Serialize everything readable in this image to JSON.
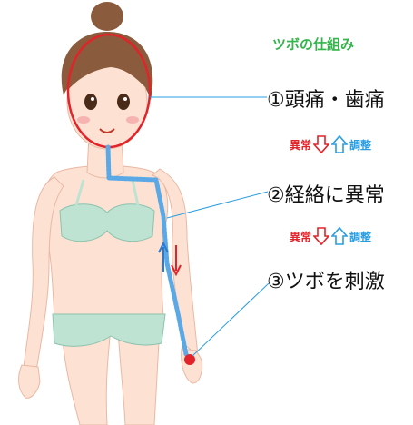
{
  "title": "ツボの仕組み",
  "steps": [
    {
      "label": "①頭痛・歯痛"
    },
    {
      "label": "②経絡に異常"
    },
    {
      "label": "③ツボを刺激"
    }
  ],
  "indicators": [
    {
      "abnormal": "異常",
      "adjust": "調整"
    },
    {
      "abnormal": "異常",
      "adjust": "調整"
    }
  ],
  "colors": {
    "title": "#33b54a",
    "abnormal": "#e2232a",
    "adjust": "#2a9de0",
    "meridian": "#5aa9e6",
    "leader_line": "#2a9de0",
    "head_circle": "#e2232a",
    "acupoint": "#e2232a",
    "garment": "#bfe3d2"
  }
}
